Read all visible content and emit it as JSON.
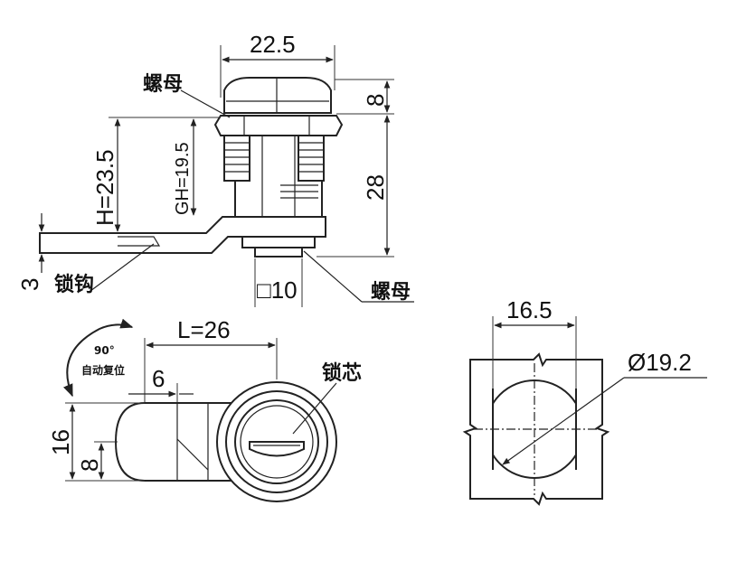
{
  "side_view": {
    "dim_width": "22.5",
    "dim_cap_height": "8",
    "dim_body_height": "28",
    "dim_h": "H=23.5",
    "dim_gh": "GH=19.5",
    "dim_thickness": "3",
    "dim_square": "□10",
    "label_nut_top": "螺母",
    "label_nut_bottom": "螺母",
    "label_hook": "锁钩"
  },
  "bottom_view": {
    "dim_length": "L=26",
    "dim_6": "6",
    "dim_16": "16",
    "dim_8": "8",
    "rotation_angle": "90°",
    "rotation_note": "自动复位",
    "label_core": "锁芯"
  },
  "cutout_view": {
    "dim_width": "16.5",
    "dim_diameter": "Ø19.2"
  }
}
